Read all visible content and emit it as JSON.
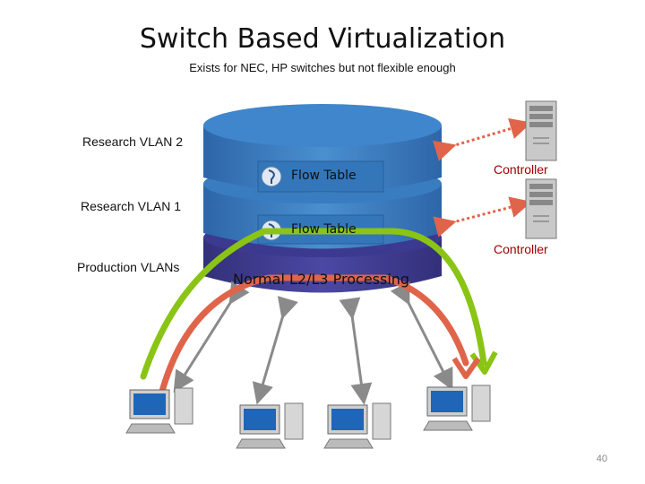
{
  "title": "Switch Based Virtualization",
  "subtitle": "Exists for NEC, HP switches but not flexible enough",
  "labels": {
    "research_vlan_2": "Research VLAN 2",
    "research_vlan_1": "Research VLAN 1",
    "production_vlans": "Production VLANs"
  },
  "flow_table_1": "Flow Table",
  "flow_table_2": "Flow Table",
  "normal_processing": "Normal L2/L3 Processing",
  "controller_1": "Controller",
  "controller_2": "Controller",
  "page_number": "40",
  "colors": {
    "top_layer": "#3a7cc0",
    "mid_layer": "#2f6eb0",
    "bottom_layer": "#3f3c8f",
    "green_path": "#8ac414",
    "red_path": "#e0644a",
    "controller_link": "#e0644a",
    "gray_arrow": "#8a8a8a"
  }
}
